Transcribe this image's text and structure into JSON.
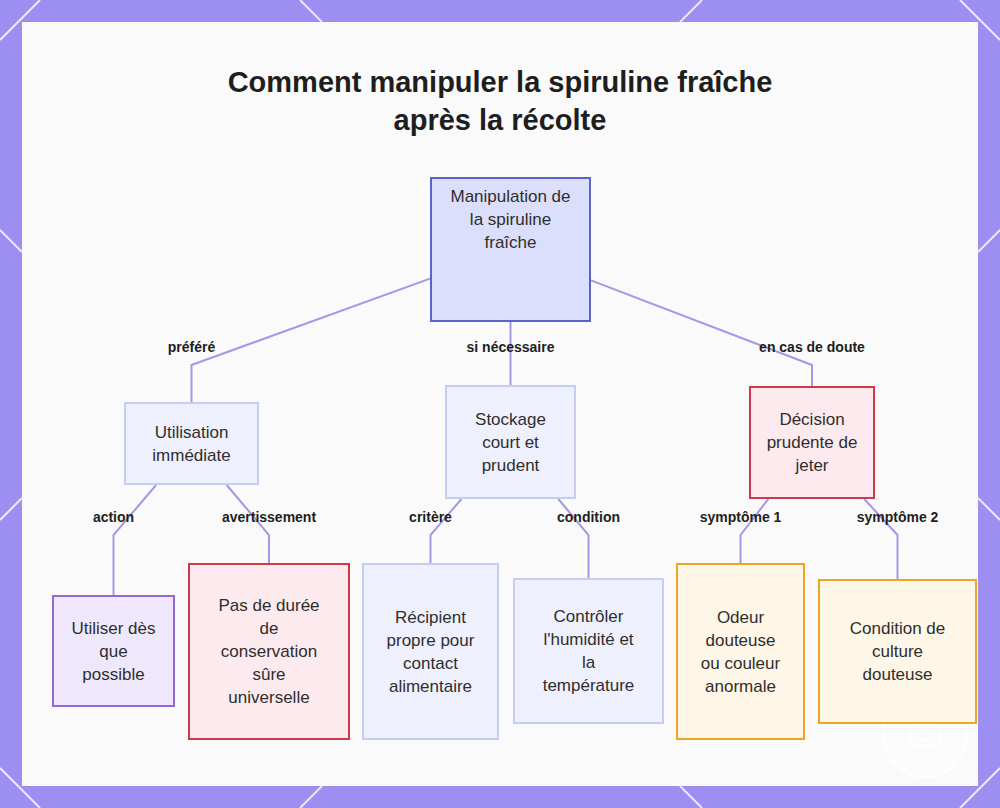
{
  "diagram": {
    "title": "Comment manipuler la spiruline fraîche après la récolte",
    "nodes": [
      {
        "text": [
          "Manipulation de la spiruline fraîche"
        ]
      },
      {
        "text": [
          "Utilisation immédiate"
        ]
      },
      {
        "text": [
          "Stockage court et prudent"
        ]
      },
      {
        "text": [
          "Décision prudente de jeter"
        ]
      },
      {
        "text": [
          "Utiliser dès que possible"
        ]
      },
      {
        "text": [
          "Pas de durée de conservation sûre universelle"
        ]
      },
      {
        "text": [
          "Récipient propre pour contact alimentaire"
        ]
      },
      {
        "text": [
          "Contrôler l'humidité et la température"
        ]
      },
      {
        "text": [
          "Odeur douteuse ou couleur anormale"
        ]
      },
      {
        "text": [
          "Condition de culture douteuse"
        ]
      }
    ],
    "edges": [
      {
        "from": 0,
        "to": 1,
        "label": "préféré",
        "arrow": "none"
      },
      {
        "from": 0,
        "to": 2,
        "label": "si nécessaire",
        "arrow": "none"
      },
      {
        "from": 0,
        "to": 3,
        "label": "en cas de doute",
        "arrow": "none"
      },
      {
        "from": 1,
        "to": 4,
        "label": "action",
        "arrow": "none"
      },
      {
        "from": 1,
        "to": 5,
        "label": "avertissement",
        "arrow": "none"
      },
      {
        "from": 2,
        "to": 6,
        "label": "critère",
        "arrow": "none"
      },
      {
        "from": 2,
        "to": 7,
        "label": "condition",
        "arrow": "none"
      },
      {
        "from": 3,
        "to": 8,
        "label": "symptôme 1",
        "arrow": "none"
      },
      {
        "from": 3,
        "to": 9,
        "label": "symptôme 2",
        "arrow": "none"
      }
    ]
  }
}
